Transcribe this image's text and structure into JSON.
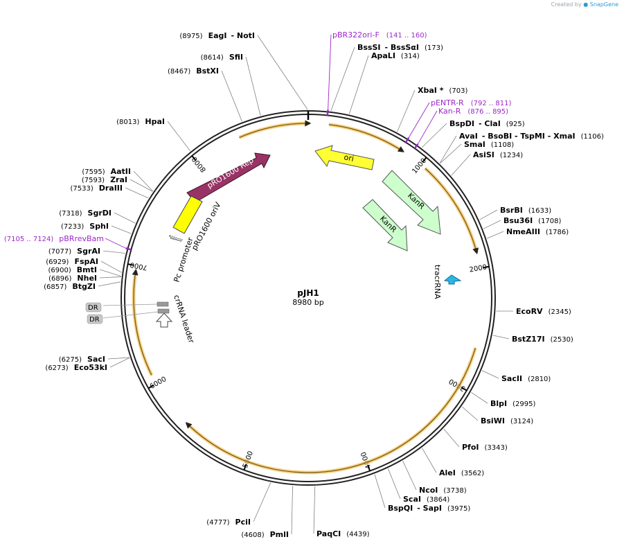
{
  "header": {
    "prefix": "Created by",
    "brand": "SnapGene"
  },
  "plasmid": {
    "name": "pJH1",
    "length_text": "8980 bp",
    "length": 8980
  },
  "ticks": [
    {
      "bp": 1000,
      "label": "1000"
    },
    {
      "bp": 2000,
      "label": "2000"
    },
    {
      "bp": 3000,
      "label": "3000"
    },
    {
      "bp": 4000,
      "label": "4000"
    },
    {
      "bp": 5000,
      "label": "5000"
    },
    {
      "bp": 6000,
      "label": "6000"
    },
    {
      "bp": 7000,
      "label": "7000"
    },
    {
      "bp": 8000,
      "label": "8000"
    }
  ],
  "sites": [
    {
      "name": "EagI",
      "extra": "- NotI",
      "pos": "(8975)",
      "bp": 8975
    },
    {
      "name": "BssSI",
      "extra": "- BssSαI",
      "pos": "(173)",
      "bp": 173
    },
    {
      "name": "ApaLI",
      "extra": "",
      "pos": "(314)",
      "bp": 314
    },
    {
      "name": "XbaI *",
      "extra": "",
      "pos": "(703)",
      "bp": 703
    },
    {
      "name": "BspDI",
      "extra": "- ClaI",
      "pos": "(925)",
      "bp": 925
    },
    {
      "name": "AvaI",
      "extra": "- BsoBI   - TspMI   - XmaI",
      "pos": "(1106)",
      "bp": 1106
    },
    {
      "name": "SmaI",
      "extra": "",
      "pos": "(1108)",
      "bp": 1108
    },
    {
      "name": "AsiSI",
      "extra": "",
      "pos": "(1234)",
      "bp": 1234
    },
    {
      "name": "BsrBI",
      "extra": "",
      "pos": "(1633)",
      "bp": 1633
    },
    {
      "name": "Bsu36I",
      "extra": "",
      "pos": "(1708)",
      "bp": 1708
    },
    {
      "name": "NmeAIII",
      "extra": "",
      "pos": "(1786)",
      "bp": 1786
    },
    {
      "name": "EcoRV",
      "extra": "",
      "pos": "(2345)",
      "bp": 2345
    },
    {
      "name": "BstZ17I",
      "extra": "",
      "pos": "(2530)",
      "bp": 2530
    },
    {
      "name": "SacII",
      "extra": "",
      "pos": "(2810)",
      "bp": 2810
    },
    {
      "name": "BlpI",
      "extra": "",
      "pos": "(2995)",
      "bp": 2995
    },
    {
      "name": "BsiWI",
      "extra": "",
      "pos": "(3124)",
      "bp": 3124
    },
    {
      "name": "PfoI",
      "extra": "",
      "pos": "(3343)",
      "bp": 3343
    },
    {
      "name": "AleI",
      "extra": "",
      "pos": "(3562)",
      "bp": 3562
    },
    {
      "name": "NcoI",
      "extra": "",
      "pos": "(3738)",
      "bp": 3738
    },
    {
      "name": "ScaI",
      "extra": "",
      "pos": "(3864)",
      "bp": 3864
    },
    {
      "name": "BspQI",
      "extra": "- SapI",
      "pos": "(3975)",
      "bp": 3975
    },
    {
      "name": "PaqCI",
      "extra": "",
      "pos": "(4439)",
      "bp": 4439
    },
    {
      "name": "PmlI",
      "extra": "",
      "pos": "(4608)",
      "bp": 4608
    },
    {
      "name": "PciI",
      "extra": "",
      "pos": "(4777)",
      "bp": 4777
    },
    {
      "name": "SacI",
      "extra": "",
      "pos": "(6275)",
      "bp": 6275
    },
    {
      "name": "Eco53kI",
      "extra": "",
      "pos": "(6273)",
      "bp": 6273
    },
    {
      "name": "BtgZI",
      "extra": "",
      "pos": "(6857)",
      "bp": 6857
    },
    {
      "name": "NheI",
      "extra": "",
      "pos": "(6896)",
      "bp": 6896
    },
    {
      "name": "BmtI",
      "extra": "",
      "pos": "(6900)",
      "bp": 6900
    },
    {
      "name": "FspAI",
      "extra": "",
      "pos": "(6929)",
      "bp": 6929
    },
    {
      "name": "SgrAI",
      "extra": "",
      "pos": "(7077)",
      "bp": 7077
    },
    {
      "name": "SphI",
      "extra": "",
      "pos": "(7233)",
      "bp": 7233
    },
    {
      "name": "SgrDI",
      "extra": "",
      "pos": "(7318)",
      "bp": 7318
    },
    {
      "name": "DraIII",
      "extra": "",
      "pos": "(7533)",
      "bp": 7533
    },
    {
      "name": "ZraI",
      "extra": "",
      "pos": "(7593)",
      "bp": 7593
    },
    {
      "name": "AatII",
      "extra": "",
      "pos": "(7595)",
      "bp": 7595
    },
    {
      "name": "HpaI",
      "extra": "",
      "pos": "(8013)",
      "bp": 8013
    },
    {
      "name": "BstXI",
      "extra": "",
      "pos": "(8467)",
      "bp": 8467
    },
    {
      "name": "SfiI",
      "extra": "",
      "pos": "(8614)",
      "bp": 8614
    }
  ],
  "primers": [
    {
      "name": "pBR322ori-F",
      "range": "(141 .. 160)",
      "bp": 150
    },
    {
      "name": "pENTR-R",
      "range": "(792 .. 811)",
      "bp": 801
    },
    {
      "name": "Kan-R",
      "range": "(876 .. 895)",
      "bp": 885
    },
    {
      "name": "pBRrevBam",
      "range": "(7105 .. 7124)",
      "bp": 7115
    }
  ],
  "features": [
    {
      "name": "ori",
      "color": "#ffff33"
    },
    {
      "name": "KanR",
      "color": "#ccffcc"
    },
    {
      "name": "KanR",
      "color": "#ccffcc"
    },
    {
      "name": "tracrRNA",
      "color": "#29b6e8"
    },
    {
      "name": "pRO1600 Rep",
      "color": "#993366"
    },
    {
      "name": "pRO1600 oriV",
      "color": "#ffff00"
    },
    {
      "name": "Pc promoter",
      "color": "#ffffff"
    },
    {
      "name": "crRNA leader",
      "color": "#ffffff"
    },
    {
      "name": "DR",
      "color": "#c8c8c8"
    },
    {
      "name": "DR",
      "color": "#c8c8c8"
    }
  ],
  "colors": {
    "backbone": "#222222",
    "orf_arc": "#f4c15a",
    "primer": "#9b26c9",
    "leader_line": "#808080"
  }
}
